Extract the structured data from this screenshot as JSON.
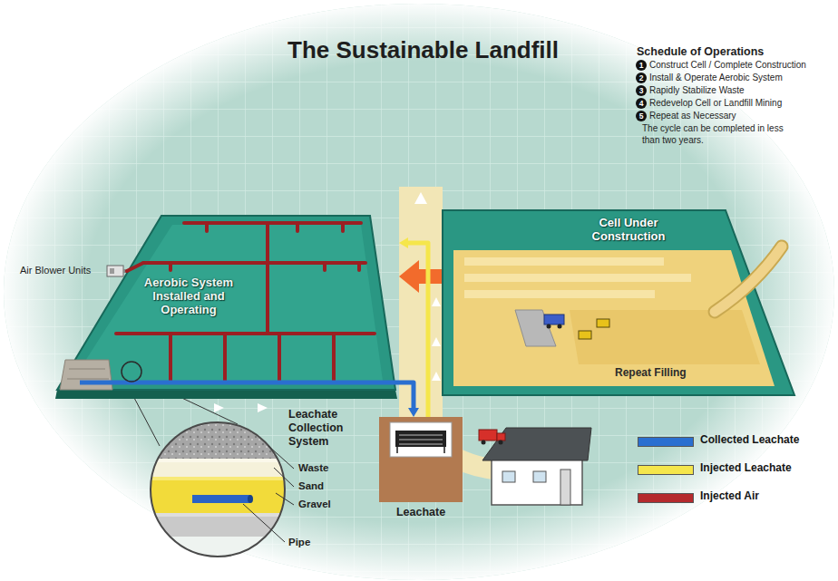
{
  "diagram": {
    "title": "The Sustainable Landfill",
    "nodes": [
      {
        "text": [
          "Aerobic System Installed and Operating"
        ]
      },
      {
        "text": [
          "Cell Under Construction",
          "Repeat Filling"
        ]
      },
      {
        "text": [
          "Leachate"
        ]
      }
    ],
    "edges": [
      {
        "from": 1,
        "to": 0,
        "arrow": "to"
      },
      {
        "from": 0,
        "to": 2,
        "arrow": "to"
      },
      {
        "from": 2,
        "to": 0,
        "arrow": "to"
      }
    ],
    "labels": [
      "Schedule of Operations",
      "1",
      "Construct Cell / Complete Construction",
      "2",
      "Install & Operate Aerobic System",
      "3",
      "Rapidly Stabilize Waste",
      "4",
      "Redevelop Cell or Landfill Mining",
      "5",
      "Repeat as Necessary",
      "The cycle can be completed in less than two years.",
      "Air Blower Units",
      "Leachate Collection System",
      "Waste",
      "Sand",
      "Gravel",
      "Pipe"
    ],
    "legend": [
      {
        "text": "Collected Leachate",
        "color": "#2a6fd0"
      },
      {
        "text": "Injected Leachate",
        "color": "#f5e64b"
      },
      {
        "text": "Injected Air",
        "color": "#b52a2d"
      }
    ]
  }
}
